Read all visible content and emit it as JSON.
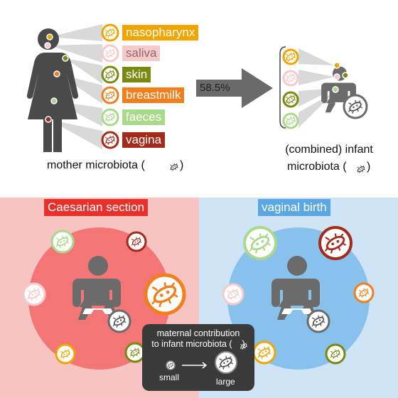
{
  "colors": {
    "nasopharynx": "#f0a500",
    "saliva": "#f6c9cb",
    "skin": "#7a8a10",
    "breastmilk": "#f27f1b",
    "faeces": "#a9d98a",
    "vagina": "#a52a1a",
    "caesarean_bg": "#f7c3c3",
    "vaginal_bg": "#cfe4f7"
  },
  "sites": [
    {
      "label": "nasopharynx",
      "color": "#f0a500",
      "text_color": "#ffffff"
    },
    {
      "label": "saliva",
      "color": "#f6c9cb",
      "text_color": "#8a6a6a"
    },
    {
      "label": "skin",
      "color": "#7a8a10",
      "text_color": "#ffffff"
    },
    {
      "label": "breastmilk",
      "color": "#f27f1b",
      "text_color": "#ffffff"
    },
    {
      "label": "faeces",
      "color": "#a9d98a",
      "text_color": "#ffffff"
    },
    {
      "label": "vagina",
      "color": "#a52a1a",
      "text_color": "#ffffff"
    }
  ],
  "mother_caption": "mother microbiota (",
  "mother_caption_end": ")",
  "infant_caption_line1": "(combined) infant",
  "infant_caption_line2": "microbiota (",
  "infant_caption_end": ")",
  "transfer_percent": "58.5%",
  "caesarean": {
    "title": "Caesarian section"
  },
  "vaginal": {
    "title": "vaginal birth"
  },
  "legend": {
    "line1": "maternal contribution",
    "line2": "to infant microbiota (",
    "line2_end": ")",
    "small": "small",
    "large": "large"
  },
  "icons": [
    "woman-silhouette-icon",
    "baby-silhouette-icon",
    "bacteria-icon",
    "arrow-right-icon",
    "bracket-icon"
  ]
}
